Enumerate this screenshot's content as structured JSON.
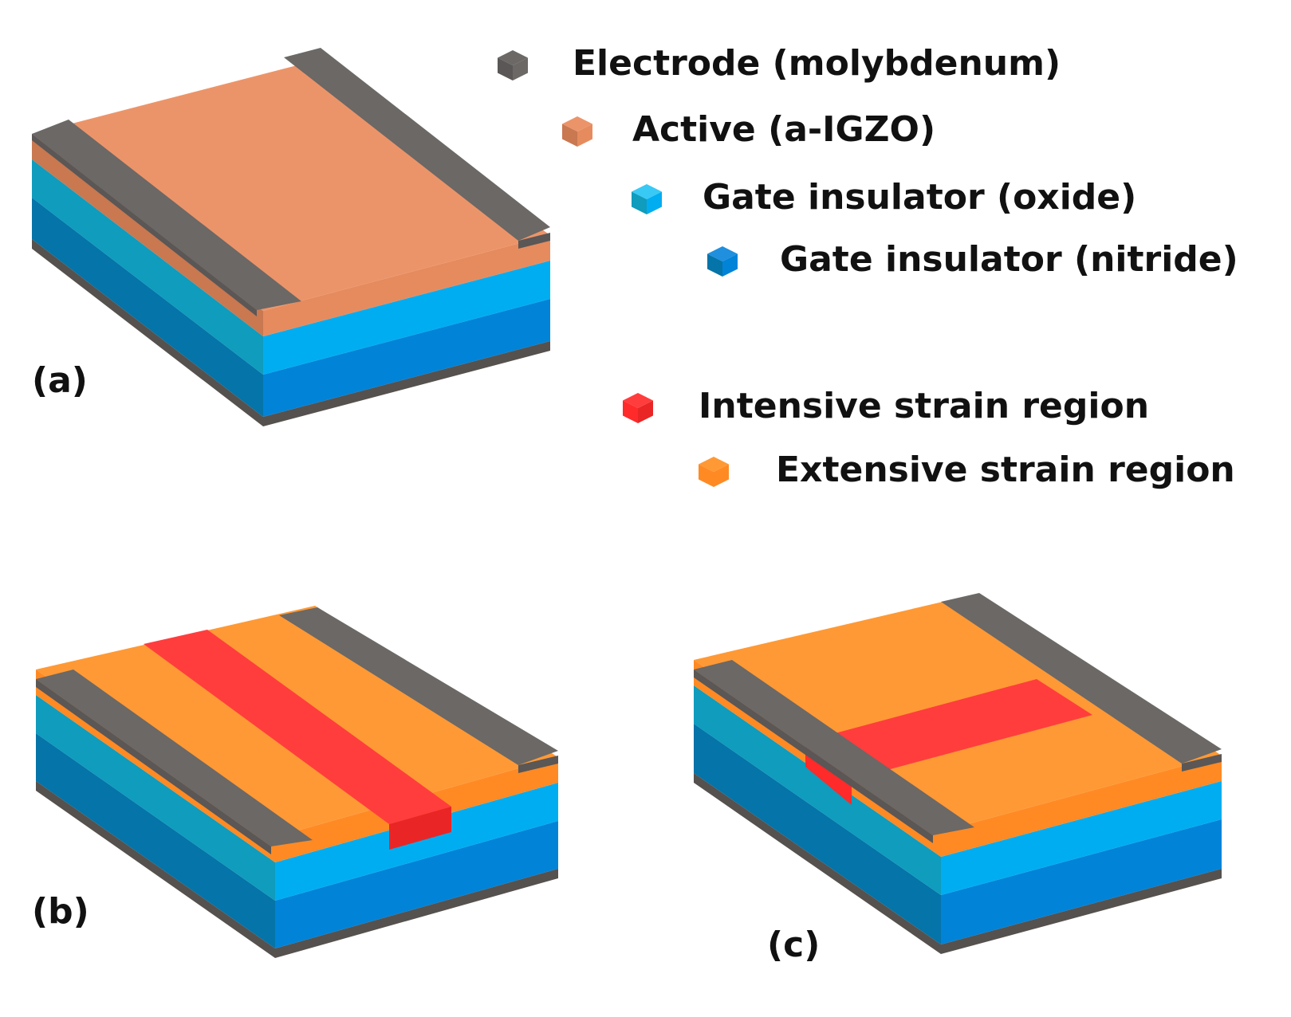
{
  "colors": {
    "electrode_top": "#6b6866",
    "electrode_side": "#5a5756",
    "active_top": "#ec9469",
    "active_left": "#c97850",
    "active_right": "#e68b5e",
    "oxide_left": "#0f9cbd",
    "oxide_right": "#00adf1",
    "nitride_left": "#0574a8",
    "nitride_right": "#0183d8",
    "substrate": "#55514e",
    "intensive_top": "#ff3d3d",
    "intensive_left": "#ff2a2a",
    "intensive_right": "#ea2525",
    "extensive_top": "#ff9935",
    "extensive_left": "#ff8a24",
    "extensive_right": "#ff8a24"
  },
  "legend": [
    {
      "label": "Electrode (molybdenum)",
      "cube": "electrode"
    },
    {
      "label": "Active (a-IGZO)",
      "cube": "active"
    },
    {
      "label": "Gate insulator (oxide)",
      "cube": "oxide"
    },
    {
      "label": "Gate insulator (nitride)",
      "cube": "nitride"
    },
    {
      "label": "Intensive strain region",
      "cube": "intensive"
    },
    {
      "label": "Extensive strain region",
      "cube": "extensive"
    }
  ],
  "panels": [
    {
      "label": "(a)",
      "active_layer": "Active (a-IGZO)",
      "strain_band": "none"
    },
    {
      "label": "(b)",
      "active_layer": "Extensive strain region",
      "strain_band": "Intensive strain region",
      "band_orientation": "parallel to electrodes, mid-channel"
    },
    {
      "label": "(c)",
      "active_layer": "Extensive strain region",
      "strain_band": "Intensive strain region",
      "band_orientation": "across channel, electrode to electrode"
    }
  ]
}
